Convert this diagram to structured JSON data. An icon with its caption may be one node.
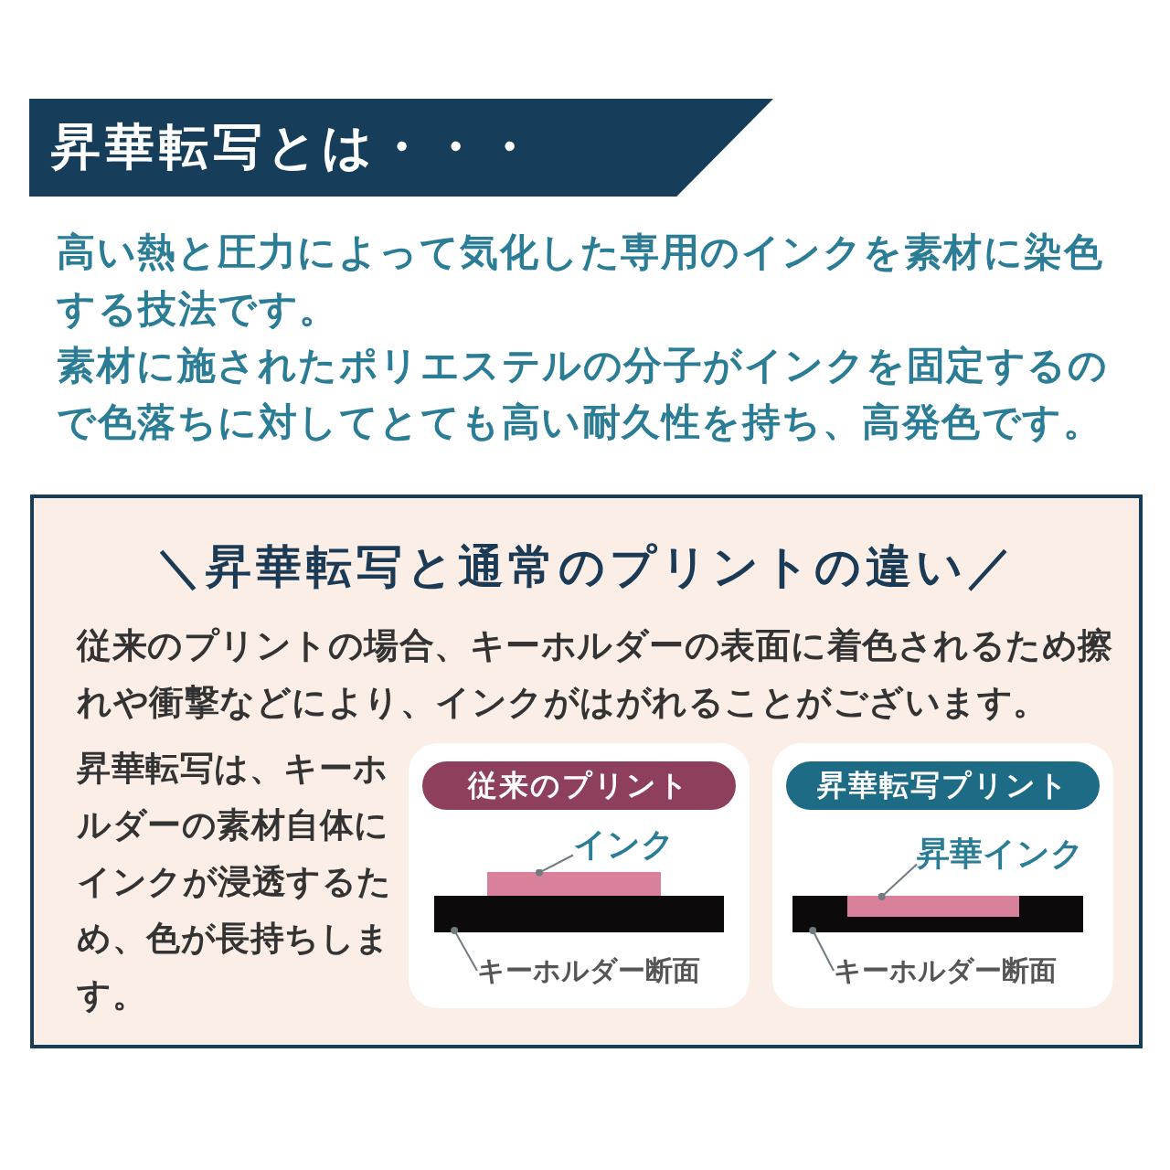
{
  "diagram": {
    "title": "昇華転写とは・・・",
    "nodes": [
      {
        "text": [
          "＼昇華転写と通常のプリントの違い／",
          "従来のプリントの場合、キーホルダーの表面に着色されるため擦れや衝撃などにより、インクがはがれることがございます。",
          "昇華転写は、キーホルダーの素材自体にインクが浸透するため、色が長持ちします。"
        ]
      },
      {
        "text": [],
        "shape": "box",
        "in": 0
      },
      {
        "text": [
          "従来のプリント"
        ],
        "in": 1
      },
      {
        "text": [
          "インク"
        ],
        "in": 1
      },
      {
        "text": [],
        "shape": "bar",
        "in": 1
      },
      {
        "text": [],
        "shape": "bar",
        "in": 1
      },
      {
        "text": [
          "キーホルダー断面"
        ],
        "in": 1
      },
      {
        "text": [],
        "shape": "box",
        "in": 0
      },
      {
        "text": [
          "昇華転写プリント"
        ],
        "in": 7
      },
      {
        "text": [
          "昇華インク"
        ],
        "in": 7
      },
      {
        "text": [],
        "shape": "bar",
        "in": 7
      },
      {
        "text": [],
        "shape": "bar",
        "in": 10
      },
      {
        "text": [
          "キーホルダー断面"
        ],
        "in": 7
      }
    ],
    "edges": [
      {
        "from": 3,
        "to": 4,
        "arrow": "other"
      },
      {
        "from": 6,
        "to": 5,
        "arrow": "other"
      },
      {
        "from": 9,
        "to": 11,
        "arrow": "other"
      },
      {
        "from": 12,
        "to": 10,
        "arrow": "other"
      }
    ],
    "labels": [
      "高い熱と圧力によって気化した専用のインクを素材に染色する技法です。",
      "素材に施されたポリエステルの分子がインクを固定するので色落ちに対してとても高い耐久性を持ち、高発色です。"
    ]
  }
}
